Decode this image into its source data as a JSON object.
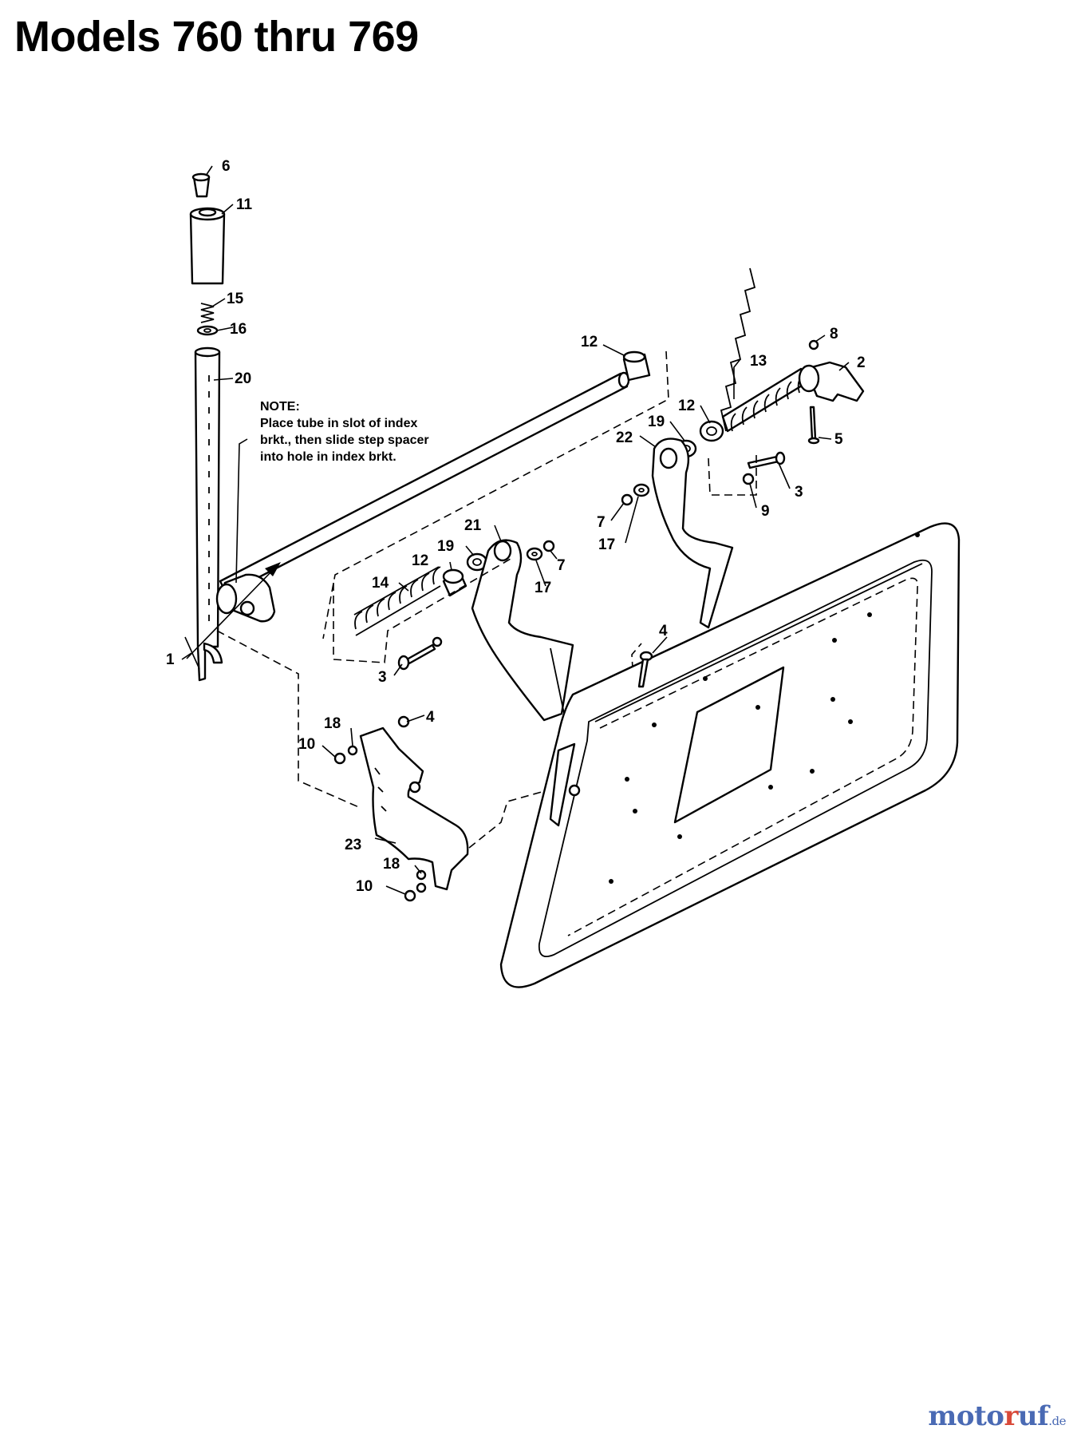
{
  "page": {
    "title": "Models 760 thru 769"
  },
  "diagram": {
    "note_lines": [
      "NOTE:",
      "Place tube in slot of index",
      "brkt., then slide step spacer",
      "into hole in index brkt."
    ],
    "callouts": {
      "c6": "6",
      "c11": "11",
      "c15": "15",
      "c16": "16",
      "c20": "20",
      "c1": "1",
      "c12a": "12",
      "c8": "8",
      "c2": "2",
      "c13": "13",
      "c12b": "12",
      "c19a": "19",
      "c22": "22",
      "c5": "5",
      "c3a": "3",
      "c9": "9",
      "c7a": "7",
      "c17a": "17",
      "c21": "21",
      "c19b": "19",
      "c12c": "12",
      "c7b": "7",
      "c17b": "17",
      "c14": "14",
      "c3b": "3",
      "c4a": "4",
      "c4b": "4",
      "c18a": "18",
      "c10a": "10",
      "c23": "23",
      "c18b": "18",
      "c10b": "10"
    }
  },
  "watermark": {
    "brand_pre": "moto",
    "brand_mid": "r",
    "brand_post": "uf",
    "tld": ".de"
  }
}
